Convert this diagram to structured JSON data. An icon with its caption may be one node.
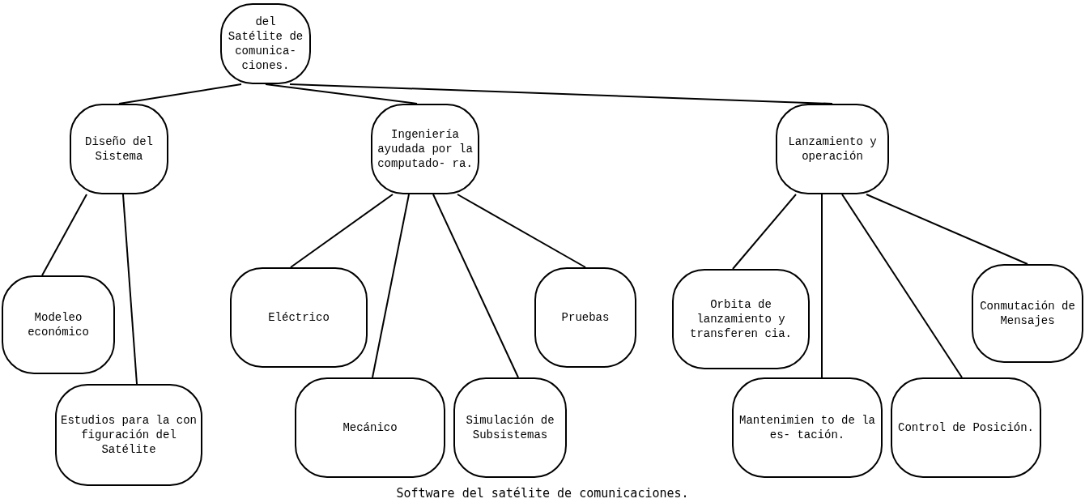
{
  "diagram": {
    "caption": "Software del satélite de comunicaciones.",
    "nodes": [
      {
        "text": [
          "del Satélite de comunica- ciones."
        ]
      },
      {
        "text": [
          "Diseño del Sistema"
        ]
      },
      {
        "text": [
          "Ingeniería ayudada por la computado- ra."
        ]
      },
      {
        "text": [
          "Lanzamiento y operación"
        ]
      },
      {
        "text": [
          "Modeleo económico"
        ]
      },
      {
        "text": [
          "Eléctrico"
        ]
      },
      {
        "text": [
          "Pruebas"
        ]
      },
      {
        "text": [
          "Orbita de lanzamiento y transferen cia."
        ]
      },
      {
        "text": [
          "Conmutación de Mensajes"
        ]
      },
      {
        "text": [
          "Estudios para la con figuración del Satélite"
        ]
      },
      {
        "text": [
          "Mecánico"
        ]
      },
      {
        "text": [
          "Simulación de Subsistemas"
        ]
      },
      {
        "text": [
          "Mantenimien to de la es- tación."
        ]
      },
      {
        "text": [
          "Control de Posición."
        ]
      }
    ],
    "edges": [
      {
        "from": 0,
        "to": 1,
        "arrow": "none"
      },
      {
        "from": 0,
        "to": 2,
        "arrow": "none"
      },
      {
        "from": 0,
        "to": 3,
        "arrow": "none"
      },
      {
        "from": 1,
        "to": 4,
        "arrow": "none"
      },
      {
        "from": 1,
        "to": 9,
        "arrow": "none"
      },
      {
        "from": 2,
        "to": 5,
        "arrow": "none"
      },
      {
        "from": 2,
        "to": 10,
        "arrow": "none"
      },
      {
        "from": 2,
        "to": 11,
        "arrow": "none"
      },
      {
        "from": 2,
        "to": 6,
        "arrow": "none"
      },
      {
        "from": 3,
        "to": 7,
        "arrow": "none"
      },
      {
        "from": 3,
        "to": 12,
        "arrow": "none"
      },
      {
        "from": 3,
        "to": 13,
        "arrow": "none"
      },
      {
        "from": 3,
        "to": 8,
        "arrow": "none"
      }
    ]
  }
}
